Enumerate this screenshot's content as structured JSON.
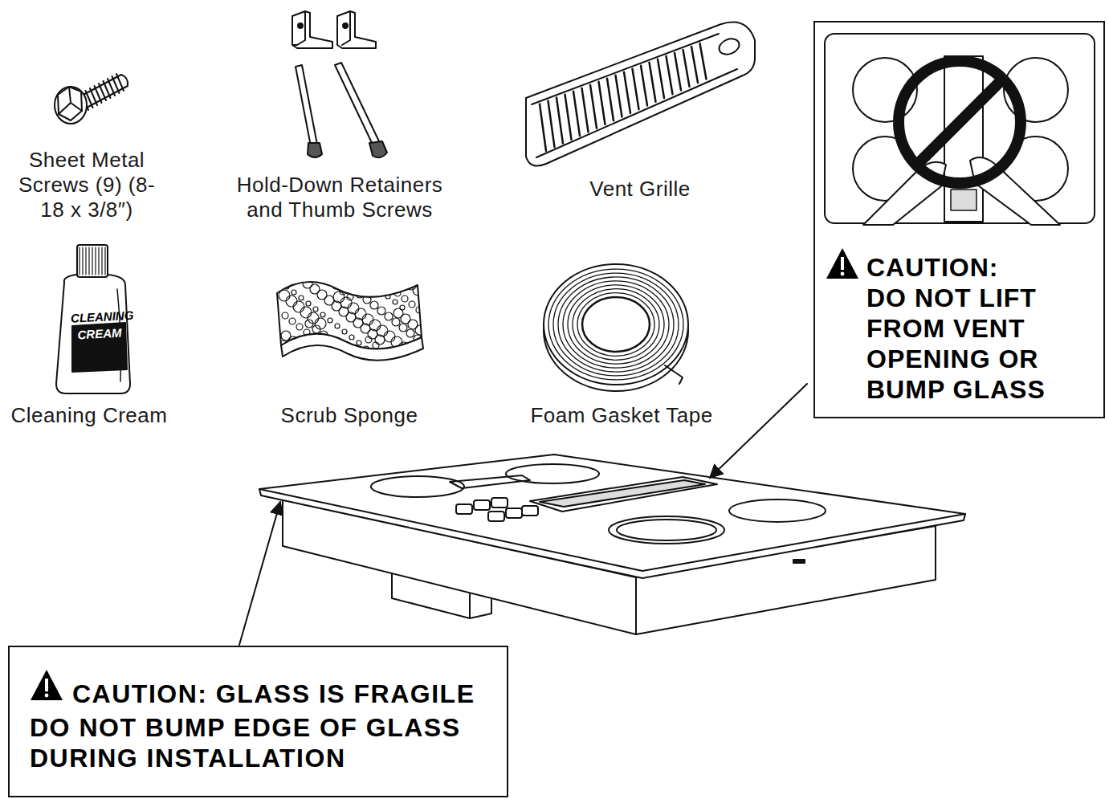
{
  "diagram": {
    "nodes": [
      {
        "text": [
          "CAUTION: DO NOT LIFT FROM VENT OPENING OR BUMP GLASS"
        ]
      },
      {
        "text": [
          "CAUTION: GLASS IS FRAGILE",
          "DO NOT BUMP EDGE OF GLASS DURING INSTALLATION"
        ]
      }
    ],
    "labels": [
      "Sheet Metal Screws (9) (8-18 x 3/8″)",
      "Hold-Down Retainers and Thumb Screws",
      "Vent Grille",
      "CLEANING",
      "CREAM",
      "Cleaning Cream",
      "Scrub Sponge",
      "Foam Gasket Tape"
    ]
  }
}
